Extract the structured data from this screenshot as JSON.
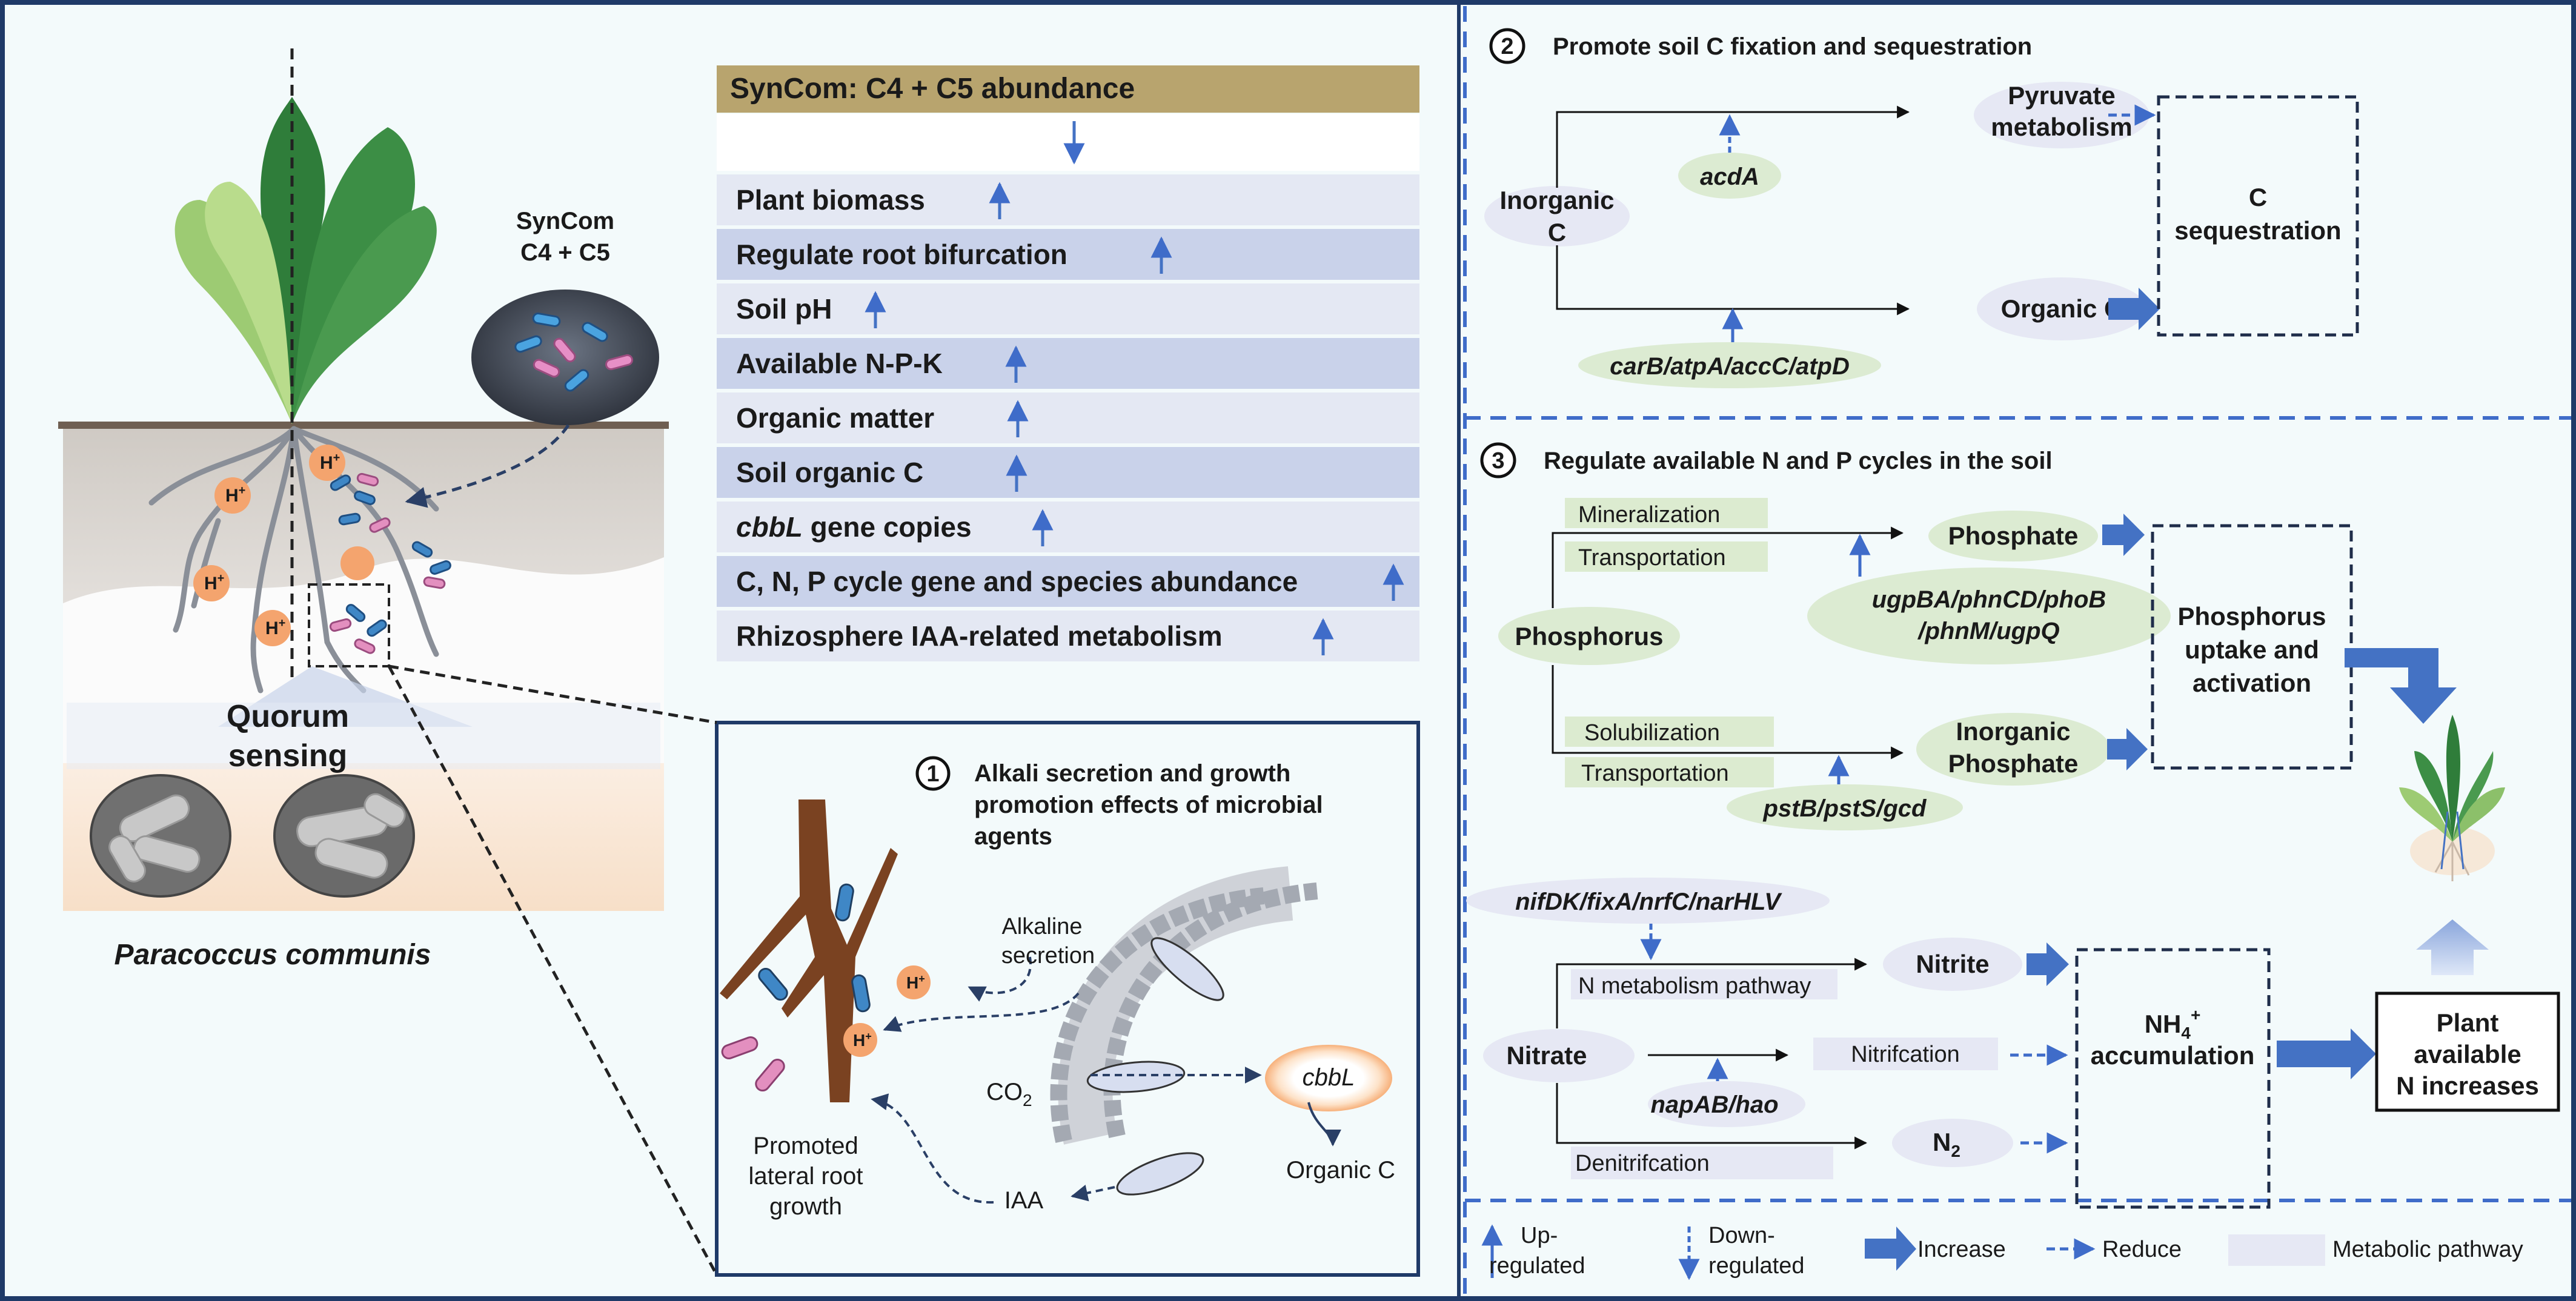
{
  "left": {
    "syncom_label_1": "SynCom",
    "syncom_label_2": "C4 + C5",
    "h_plus": "H",
    "quorum_1": "Quorum",
    "quorum_2": "sensing",
    "organism": "Paracoccus communis"
  },
  "center": {
    "header": "SynCom: C4 + C5 abundance",
    "rows": [
      {
        "text": "Plant biomass"
      },
      {
        "text": "Regulate root bifurcation"
      },
      {
        "text": "Soil pH"
      },
      {
        "text": "Available N-P-K"
      },
      {
        "text": "Organic matter"
      },
      {
        "text": "Soil organic C"
      },
      {
        "italic": "cbbL",
        "text": " gene copies"
      },
      {
        "text": "C, N, P cycle gene and species abundance"
      },
      {
        "text": "Rhizosphere IAA-related metabolism"
      }
    ],
    "box1": {
      "number": "1",
      "title_1": "Alkali  secretion  and  growth",
      "title_2": "promotion effects of microbial",
      "title_3": "agents",
      "alkaline_1": "Alkaline",
      "alkaline_2": "secretion",
      "h": "H",
      "co2": "CO",
      "co2_sub": "2",
      "cbbl": "cbbL",
      "organic_c": "Organic C",
      "iaa": "IAA",
      "promoted_1": "Promoted",
      "promoted_2": "lateral root",
      "promoted_3": "growth"
    }
  },
  "panel2": {
    "number": "2",
    "title": "Promote soil C fixation and sequestration",
    "inorganic_1": "Inorganic",
    "inorganic_2": "C",
    "acda": "acdA",
    "pyruvate_1": "Pyruvate",
    "pyruvate_2": "metabolism",
    "organic_c": "Organic C",
    "genes": "carB/atpA/accC/atpD",
    "c_seq_1": "C",
    "c_seq_2": "sequestration"
  },
  "panel3": {
    "number": "3",
    "title": "Regulate available N and P cycles in the soil",
    "mineralization": "Mineralization",
    "transportation": "Transportation",
    "phosphate": "Phosphate",
    "genes_p_1": "ugpBA/phnCD/phoB",
    "genes_p_2": "/phnM/ugpQ",
    "phosphorus": "Phosphorus",
    "p_uptake_1": "Phosphorus",
    "p_uptake_2": "uptake and",
    "p_uptake_3": "activation",
    "solubilization": "Solubilization",
    "transportation2": "Transportation",
    "inorg_phos_1": "Inorganic",
    "inorg_phos_2": "Phosphate",
    "genes_pst": "pstB/pstS/gcd",
    "genes_n": "nifDK/fixA/nrfC/narHLV",
    "n_pathway": "N metabolism pathway",
    "nitrite": "Nitrite",
    "nitrate": "Nitrate",
    "nitrification": "Nitrifcation",
    "napab": "napAB/hao",
    "n2": "N",
    "n2_sub": "2",
    "denitrification": "Denitrifcation",
    "nh4_1": "NH",
    "nh4_sub": "4",
    "nh4_sup": "+",
    "nh4_2": "accumulation",
    "plant_n_1": "Plant",
    "plant_n_2": "available",
    "plant_n_3": "N increases"
  },
  "legend": {
    "up_1": "Up-",
    "up_2": "regulated",
    "down_1": "Down-",
    "down_2": "regulated",
    "increase": "Increase",
    "reduce": "Reduce",
    "pathway": "Metabolic pathway"
  },
  "colors": {
    "background": "#f3fafb",
    "frame": "#1f3a68",
    "dash_blue": "#3f6cc9",
    "arrow_blue": "#4472c4",
    "header_olive": "#b8a46e",
    "row_light": "#e4e8f3",
    "row_dark": "#c9d2ea",
    "gene_green": "#dcebd2",
    "path_green": "#dcebd0",
    "ellipse_lavender": "#e6e8f4",
    "h_orange": "#f4a46e"
  }
}
